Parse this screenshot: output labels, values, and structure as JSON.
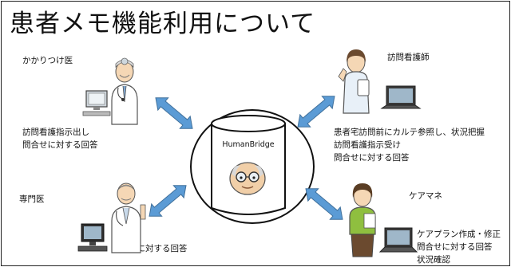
{
  "title": "患者メモ機能利用について",
  "center": {
    "label": "HumanBridge"
  },
  "nodes": {
    "top_left": {
      "role": "かかりつけ医",
      "lines": [
        "訪問看護指示出し",
        "問合せに対する回答"
      ]
    },
    "top_right": {
      "role": "訪問看護師",
      "lines": [
        "患者宅訪問前にカルテ参照し、状況把握",
        "訪問看護指示受け",
        "問合せに対する回答"
      ]
    },
    "bottom_left": {
      "role": "専門医",
      "lines": [
        "問合せに対する回答"
      ]
    },
    "bottom_right": {
      "role": "ケアマネ",
      "lines": [
        "ケアプラン作成・修正",
        "問合せに対する回答",
        "状況確認"
      ]
    }
  },
  "colors": {
    "arrow": "#5b9bd5",
    "arrow_outline": "#41719c",
    "doctor_coat": "#ffffff",
    "nurse_uniform": "#e8f0f8",
    "care_manager_top": "#8fbf3f",
    "laptop": "#3a3a3a",
    "skin": "#f5d7b5"
  },
  "icons": [
    "doctor-icon",
    "nurse-icon",
    "specialist-icon",
    "care-manager-icon",
    "computer-icon",
    "laptop-icon",
    "database-cylinder-icon",
    "patient-face-icon"
  ]
}
